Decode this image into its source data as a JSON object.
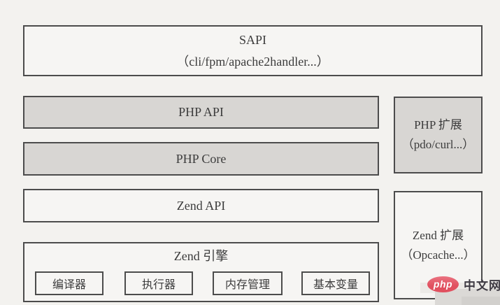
{
  "colors": {
    "background": "#f3f2ef",
    "box_light": "#f6f5f3",
    "box_gray": "#d8d6d3",
    "border": "#4c4c4c",
    "text": "#3c3c3c",
    "logo_red": "#e1505f",
    "logo_text": "#3f3b44"
  },
  "layers": {
    "sapi": {
      "title": "SAPI",
      "subtitle": "（cli/fpm/apache2handler...）"
    },
    "php_api": {
      "label": "PHP API"
    },
    "php_core": {
      "label": "PHP Core"
    },
    "zend_api": {
      "label": "Zend API"
    },
    "zend_engine": {
      "title": "Zend 引擎",
      "components": [
        {
          "id": "compiler",
          "label": "编译器"
        },
        {
          "id": "executor",
          "label": "执行器"
        },
        {
          "id": "memory-management",
          "label": "内存管理"
        },
        {
          "id": "basic-variables",
          "label": "基本变量"
        }
      ]
    },
    "php_extensions": {
      "title": "PHP 扩展",
      "subtitle": "（pdo/curl...）"
    },
    "zend_extensions": {
      "title": "Zend 扩展",
      "subtitle": "（Opcache...）"
    }
  },
  "watermark": {
    "brand": "php",
    "site": "中文网"
  }
}
